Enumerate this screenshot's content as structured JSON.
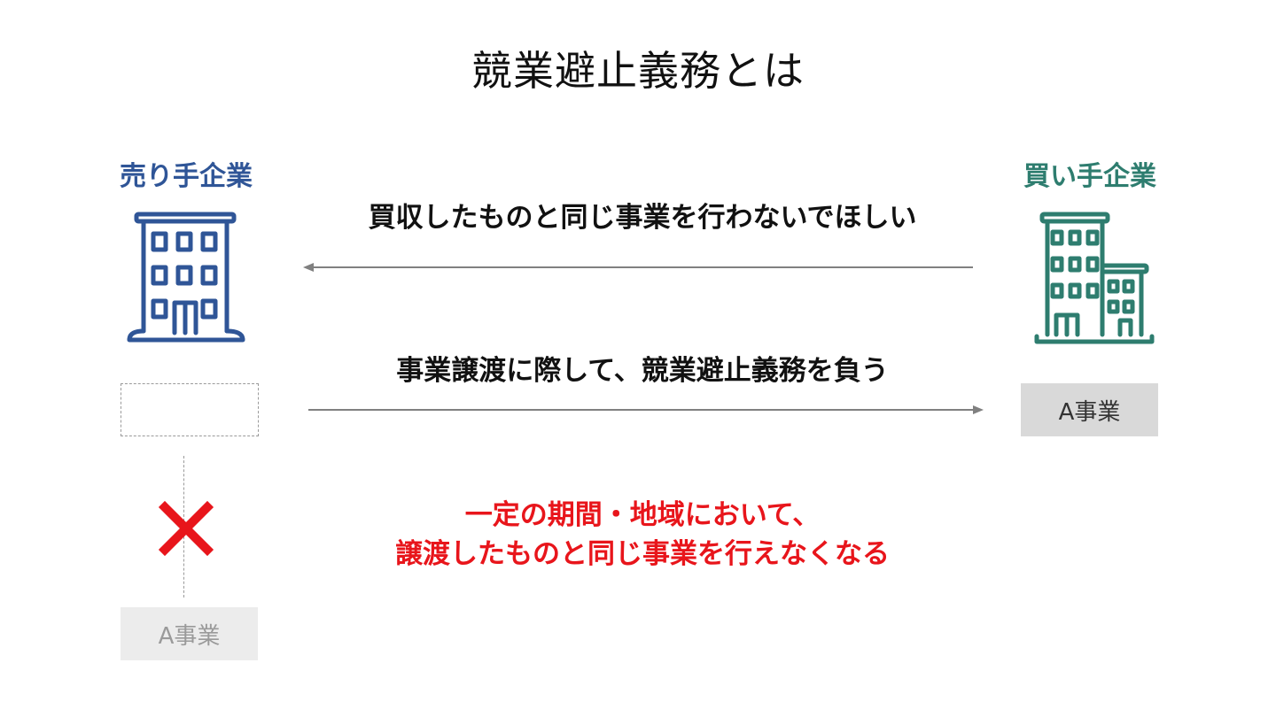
{
  "title": "競業避止義務とは",
  "seller": {
    "label": "売り手企業",
    "color": "#2f5597",
    "icon": "office-building-icon",
    "business": "A事業"
  },
  "buyer": {
    "label": "買い手企業",
    "color": "#2e7d6f",
    "icon": "office-buildings-icon",
    "business": "A事業"
  },
  "request_message": "買収したものと同じ事業を行わないでほしい",
  "obligation_message": "事業譲渡に際して、競業避止義務を負う",
  "restriction": {
    "line1": "一定の期間・地域において、",
    "line2": "譲渡したものと同じ事業を行えなくなる",
    "color": "#e8151b",
    "icon": "cross-mark-icon"
  }
}
